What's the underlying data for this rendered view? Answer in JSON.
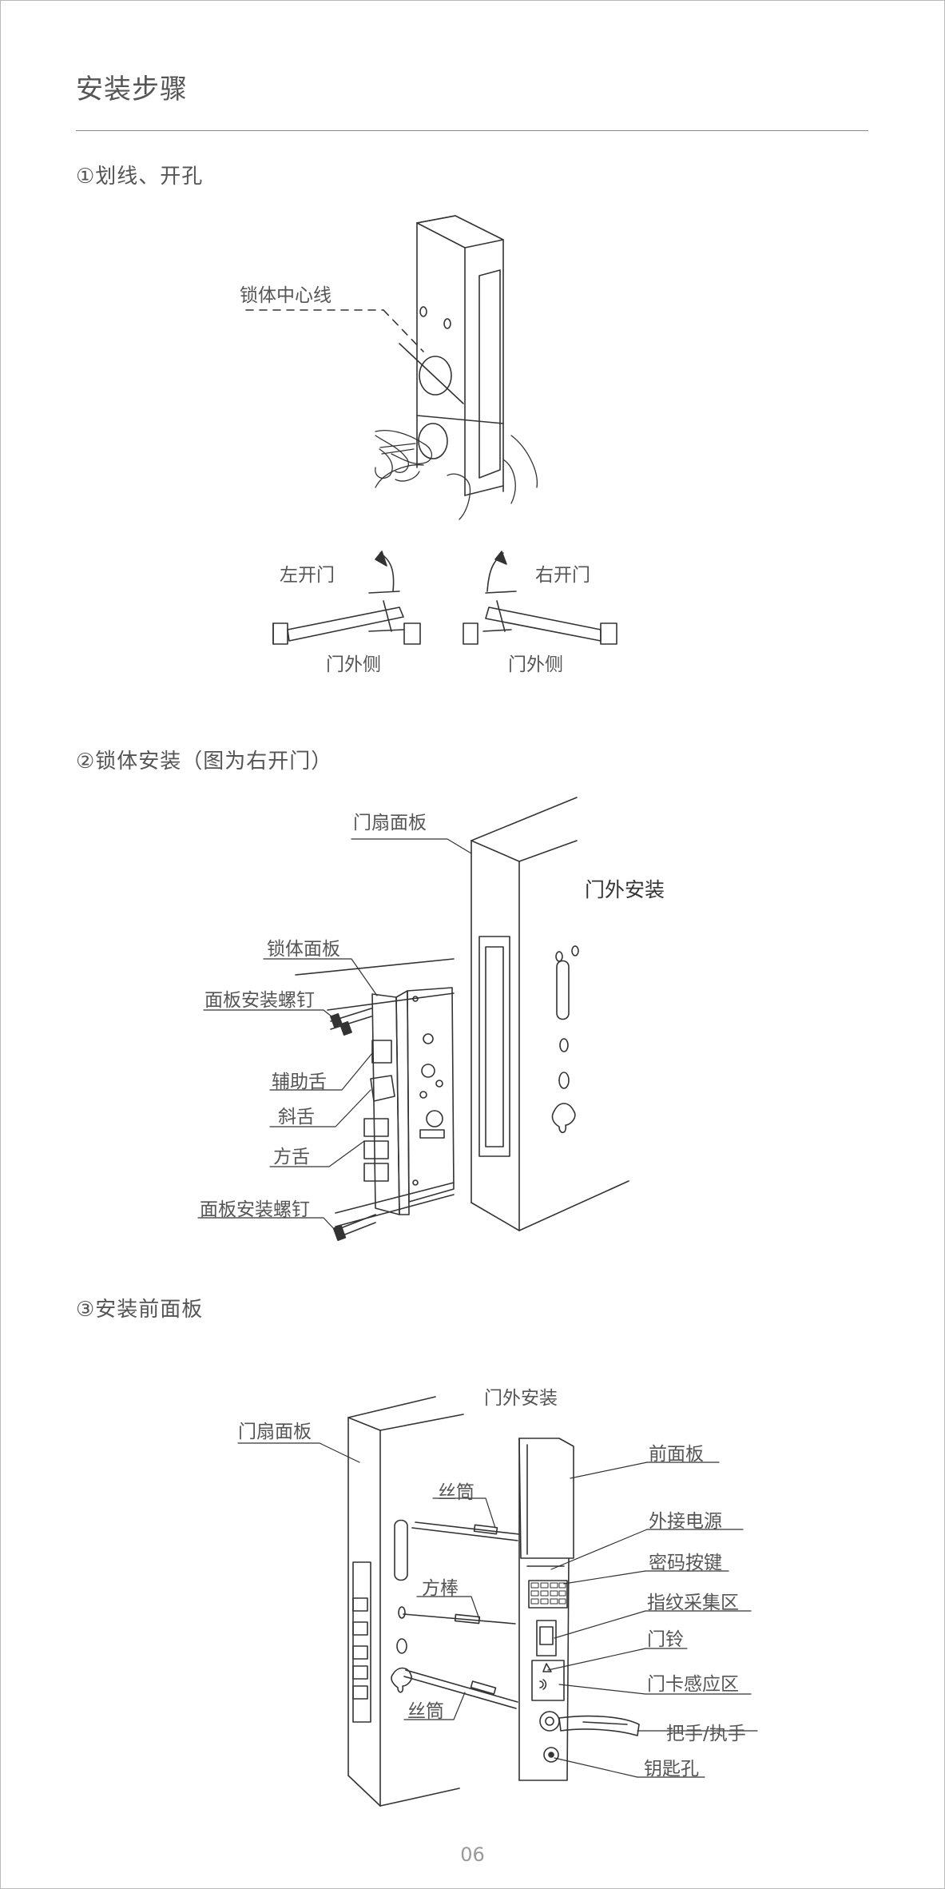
{
  "page": {
    "title": "安装步骤",
    "page_number": "06"
  },
  "step1": {
    "heading": "①划线、开孔",
    "lock_center_line": "锁体中心线",
    "left_open": "左开门",
    "right_open": "右开门",
    "outside_left": "门外侧",
    "outside_right": "门外侧"
  },
  "step2": {
    "heading": "②锁体安装（图为右开门）",
    "door_panel": "门扇面板",
    "outside_install": "门外安装",
    "lock_faceplate": "锁体面板",
    "faceplate_screw_top": "面板安装螺钉",
    "aux_latch": "辅助舌",
    "slant_latch": "斜舌",
    "square_bolt": "方舌",
    "faceplate_screw_bottom": "面板安装螺钉"
  },
  "step3": {
    "heading": "③安装前面板",
    "outside_install": "门外安装",
    "door_panel": "门扇面板",
    "front_panel": "前面板",
    "screw_tube_top": "丝筒",
    "external_power": "外接电源",
    "password_keys": "密码按键",
    "square_rod": "方棒",
    "fingerprint_area": "指纹采集区",
    "doorbell": "门铃",
    "card_area": "门卡感应区",
    "handle": "把手/执手",
    "screw_tube_bottom": "丝筒",
    "key_hole": "钥匙孔"
  }
}
